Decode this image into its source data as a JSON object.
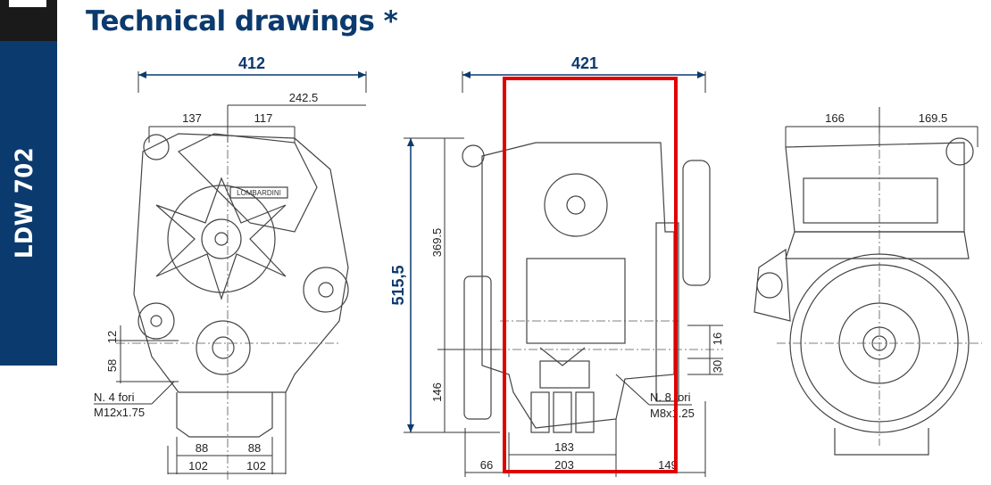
{
  "sidebar": {
    "model": "LDW 702",
    "color": "#0b3a6e"
  },
  "header": {
    "title": "Technical drawings *"
  },
  "front_view": {
    "overall_width": "412",
    "dim_242": "242.5",
    "dim_137": "137",
    "dim_117": "117",
    "dim_12": "12",
    "dim_58": "58",
    "holes_label": "N. 4 fori",
    "holes_thread": "M12x1.75",
    "dim_88_left": "88",
    "dim_88_right": "88",
    "dim_102_left": "102",
    "dim_102_right": "102",
    "brand_plate": "LOMBARDINI"
  },
  "side_view": {
    "overall_width": "421",
    "overall_height": "515,5",
    "dim_369": "369.5",
    "dim_146": "146",
    "dim_16": "16",
    "dim_30": "30",
    "holes_label": "N. 8 fori",
    "holes_thread": "M8x1.25",
    "dim_183": "183",
    "dim_66": "66",
    "dim_203": "203",
    "dim_149": "149",
    "highlight_color": "#e00000"
  },
  "rear_view": {
    "dim_166": "166",
    "dim_169": "169.5"
  }
}
